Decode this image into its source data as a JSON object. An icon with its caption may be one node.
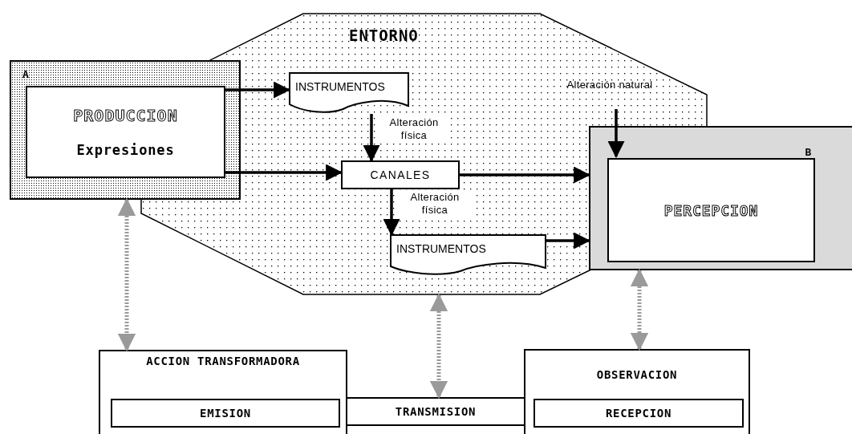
{
  "diagram": {
    "nodes": [
      {
        "text": [
          "ENTORNO"
        ]
      },
      {
        "text": [
          "A"
        ]
      },
      {
        "text": [
          "PRODUCCION",
          "Expresiones"
        ],
        "in": 1
      },
      {
        "text": [
          "INSTRUMENTOS"
        ],
        "in": 0
      },
      {
        "text": [
          "CANALES"
        ],
        "in": 0
      },
      {
        "text": [
          "INSTRUMENTOS"
        ],
        "in": 0
      },
      {
        "text": [
          "Alteración natural"
        ],
        "in": 0
      },
      {
        "text": [
          "B"
        ]
      },
      {
        "text": [
          "PERCEPCION"
        ],
        "in": 7
      },
      {
        "text": [
          "ACCION TRANSFORMADORA"
        ]
      },
      {
        "text": [
          "EMISION"
        ],
        "in": 9
      },
      {
        "text": [
          "TRANSMISION"
        ]
      },
      {
        "text": [
          "OBSERVACION"
        ]
      },
      {
        "text": [
          "RECEPCION"
        ],
        "in": 12
      }
    ],
    "edges": [
      {
        "from": 2,
        "to": 3,
        "arrow": "to"
      },
      {
        "from": 2,
        "to": 4,
        "arrow": "to"
      },
      {
        "from": 3,
        "to": 4,
        "arrow": "to",
        "label": "Alteración física"
      },
      {
        "from": 4,
        "to": 7,
        "arrow": "to"
      },
      {
        "from": 4,
        "to": 5,
        "arrow": "to",
        "label": "Alteración física"
      },
      {
        "from": 5,
        "to": 7,
        "arrow": "to"
      },
      {
        "from": 6,
        "to": 8,
        "arrow": "to"
      },
      {
        "from": 1,
        "to": 9,
        "arrow": "both",
        "style": "dashed",
        "color": "#9a9a9a"
      },
      {
        "from": 0,
        "to": 11,
        "arrow": "both",
        "style": "dashed",
        "color": "#9a9a9a"
      },
      {
        "from": 7,
        "to": 12,
        "arrow": "both",
        "style": "dashed",
        "color": "#9a9a9a"
      }
    ]
  }
}
